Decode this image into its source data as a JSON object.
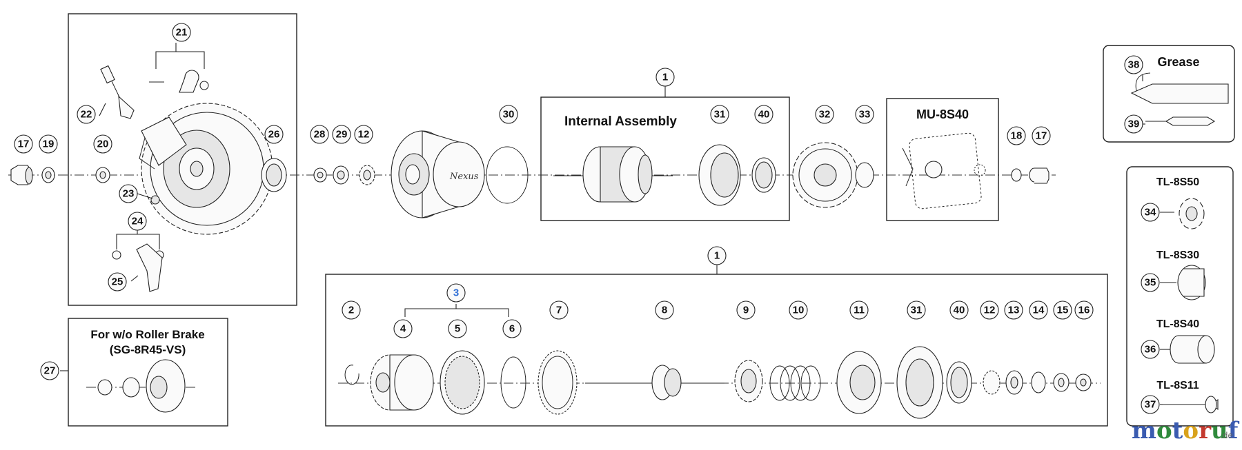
{
  "panels": {
    "internal_assembly": "Internal Assembly",
    "mu_unit": "MU-8S40",
    "no_brake_line1": "For w/o Roller Brake",
    "no_brake_line2": "(SG-8R45-VS)",
    "grease": "Grease",
    "tl1": "TL-8S50",
    "tl2": "TL-8S30",
    "tl3": "TL-8S40",
    "tl4": "TL-8S11",
    "hub_text": "Nexus"
  },
  "callouts": {
    "c1a": "1",
    "c1b": "1",
    "c2": "2",
    "c3": "3",
    "c4": "4",
    "c5": "5",
    "c6": "6",
    "c7": "7",
    "c8": "8",
    "c9": "9",
    "c10": "10",
    "c11": "11",
    "c12a": "12",
    "c12b": "12",
    "c13": "13",
    "c14": "14",
    "c15": "15",
    "c16": "16",
    "c17a": "17",
    "c17b": "17",
    "c18": "18",
    "c19": "19",
    "c20": "20",
    "c21": "21",
    "c22": "22",
    "c23": "23",
    "c24": "24",
    "c25": "25",
    "c26": "26",
    "c27": "27",
    "c28": "28",
    "c29": "29",
    "c30": "30",
    "c31a": "31",
    "c31b": "31",
    "c32": "32",
    "c33": "33",
    "c34": "34",
    "c35": "35",
    "c36": "36",
    "c37": "37",
    "c38": "38",
    "c39": "39",
    "c40a": "40",
    "c40b": "40"
  },
  "watermark": {
    "brand": "motoruf",
    "tld": ".de"
  },
  "colors": {
    "selected_callout": "#2f6fd6",
    "ink": "#111111"
  }
}
